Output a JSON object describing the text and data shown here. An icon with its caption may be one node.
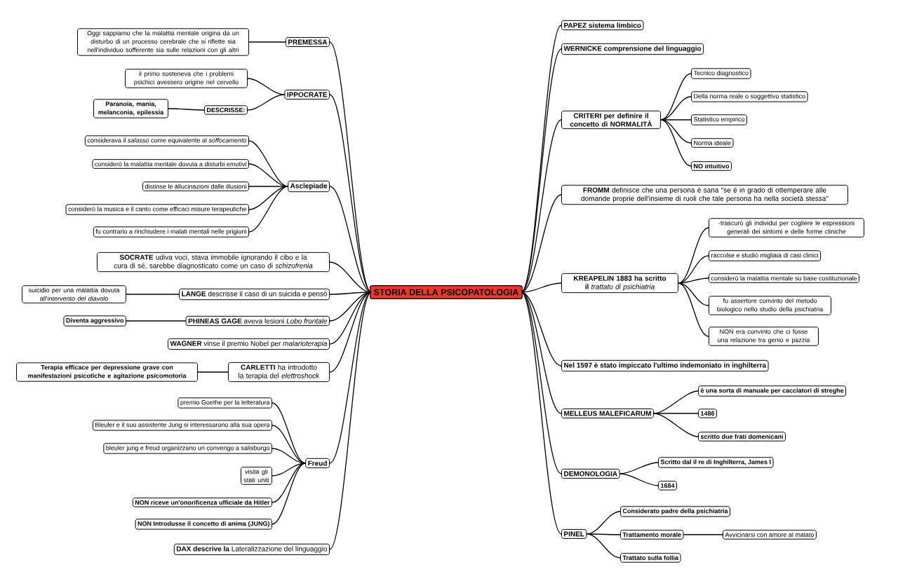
{
  "diagram": {
    "nodes": [
      {
        "text": [
          "STORIA DELLA PSICOPATOLOGIA"
        ]
      },
      {
        "text": [
          "PREMESSA"
        ]
      },
      {
        "text": [
          "Oggi sappiamo che la malattia mentale origina da un disturbo di un processo cerebrale che si riflette sia nell'individuo sofferente sia sulle relazioni con gli altri"
        ]
      },
      {
        "text": [
          "IPPOCRATE"
        ]
      },
      {
        "text": [
          "il primo sosteneva che i problemi psichici avessero origine nel cervello"
        ]
      },
      {
        "text": [
          "DESCRISSE:"
        ]
      },
      {
        "text": [
          "Paranoia, mania, melanconia, epilessia"
        ]
      },
      {
        "text": [
          "Asclepiade"
        ]
      },
      {
        "text": [
          "considerava il *salasso* come equivalente al *soffocamento*"
        ]
      },
      {
        "text": [
          "considerò la malattia mentale dovuta a disturbi emotivi"
        ]
      },
      {
        "text": [
          "distinse le allucinazioni dalle illusioni"
        ]
      },
      {
        "text": [
          "considerò la musica e il canto come efficaci misure terapeutiche"
        ]
      },
      {
        "text": [
          "fu contrario a rinchiudere i malati mentali nelle prigioni"
        ]
      },
      {
        "text": [
          "**SOCRATE** udiva voci, stava immobile ignorando il cibo e la cura di sé, sarebbe diagnosticato come un caso di *schizofrenia*"
        ]
      },
      {
        "text": [
          "**LANGE** descrisse il caso di un suicida e pensò"
        ]
      },
      {
        "text": [
          "suicidio per una malattia dovuta all'*intervento del diavolo*"
        ]
      },
      {
        "text": [
          "**PHINEAS GAGE** aveva lesioni *Lobo frontale*"
        ]
      },
      {
        "text": [
          "Diventa aggressivo"
        ]
      },
      {
        "text": [
          "**WAGNER** vinse il premio Nobel per *malarioterapia*"
        ]
      },
      {
        "text": [
          "**CARLETTI** ha introdotto la terapia del *elettroshock*"
        ]
      },
      {
        "text": [
          "Terapia efficace per depressione grave con manifestazioni psicotiche e agitazione psicomotoria"
        ]
      },
      {
        "text": [
          "Freud"
        ]
      },
      {
        "text": [
          "premio Goethe per la letteratura"
        ]
      },
      {
        "text": [
          "Bleuler e il suo assistente Jung si interessarono alla sua opera"
        ]
      },
      {
        "text": [
          "bleuler jung e freud organizzano un convengo a salisburgo"
        ]
      },
      {
        "text": [
          "visita gli stati uniti"
        ]
      },
      {
        "text": [
          "NON riceve un'onorificenza ufficiale da Hitler"
        ]
      },
      {
        "text": [
          "NON Introdusse il concetto di anima (JUNG)"
        ]
      },
      {
        "text": [
          "**DAX descrive la** Lateralizzazione del linguaggio"
        ]
      },
      {
        "text": [
          "PAPEZ sistema limbico"
        ]
      },
      {
        "text": [
          "WERNICKE comprensione del linguaggio"
        ]
      },
      {
        "text": [
          "CRITERI per definire il concetto di NORMALITÀ"
        ]
      },
      {
        "text": [
          "Tecnico diagnostico"
        ]
      },
      {
        "text": [
          "Della norma reale o soggettivo statistico"
        ]
      },
      {
        "text": [
          "Statistico empirico"
        ]
      },
      {
        "text": [
          "Norma ideale"
        ]
      },
      {
        "text": [
          "NO intuitivo"
        ]
      },
      {
        "text": [
          "**FROMM** definisce che una persona è sana \"se è in grado di ottemperare alle domande proprie dell'insieme di ruoli che tale persona ha nella società stessa\""
        ]
      },
      {
        "text": [
          "**KREAPELIN 1883 ha scritto il** *trattato di psichiatria*"
        ]
      },
      {
        "text": [
          "-trascurò gli individui per cogliere le espressioni generali dei sintomi e delle forme cliniche"
        ]
      },
      {
        "text": [
          "raccolse e studiò migliaia di casi clinici"
        ]
      },
      {
        "text": [
          "considerò la malattia mentale su base costituzionale"
        ]
      },
      {
        "text": [
          "fu assertore convinto del metodo biologico nello studio della psichiatria"
        ]
      },
      {
        "text": [
          "NON era convinto che ci fosse una relazione tra genio e pazzia"
        ]
      },
      {
        "text": [
          "Nel 1597 è stato impiccato l'ultimo indemoniato in inghilterra"
        ]
      },
      {
        "text": [
          "MELLEUS MALEFICARUM"
        ]
      },
      {
        "text": [
          "è una sorta di manuale per cacciatori di streghe"
        ]
      },
      {
        "text": [
          "1486"
        ]
      },
      {
        "text": [
          "scritto due frati domenicani"
        ]
      },
      {
        "text": [
          "DEMONOLOGIA"
        ]
      },
      {
        "text": [
          "Scritto dal il re di Inghilterra, James I"
        ]
      },
      {
        "text": [
          "1684"
        ]
      },
      {
        "text": [
          "PINEL"
        ]
      },
      {
        "text": [
          "Considerato padre della psichiatria"
        ]
      },
      {
        "text": [
          "Trattamento morale"
        ]
      },
      {
        "text": [
          "Trattato sulla follia"
        ]
      },
      {
        "text": [
          "Avvicinarsi con amore al malato"
        ]
      }
    ],
    "edges": [
      {
        "from": 0,
        "to": 1,
        "arrow": "none"
      },
      {
        "from": 1,
        "to": 2,
        "arrow": "none"
      },
      {
        "from": 0,
        "to": 3,
        "arrow": "none"
      },
      {
        "from": 3,
        "to": 4,
        "arrow": "none"
      },
      {
        "from": 3,
        "to": 5,
        "arrow": "none"
      },
      {
        "from": 5,
        "to": 6,
        "arrow": "none"
      },
      {
        "from": 0,
        "to": 7,
        "arrow": "none"
      },
      {
        "from": 7,
        "to": 8,
        "arrow": "none"
      },
      {
        "from": 7,
        "to": 9,
        "arrow": "none"
      },
      {
        "from": 7,
        "to": 10,
        "arrow": "none"
      },
      {
        "from": 7,
        "to": 11,
        "arrow": "none"
      },
      {
        "from": 7,
        "to": 12,
        "arrow": "none"
      },
      {
        "from": 0,
        "to": 13,
        "arrow": "none"
      },
      {
        "from": 0,
        "to": 14,
        "arrow": "none"
      },
      {
        "from": 14,
        "to": 15,
        "arrow": "none"
      },
      {
        "from": 0,
        "to": 16,
        "arrow": "none"
      },
      {
        "from": 16,
        "to": 17,
        "arrow": "none"
      },
      {
        "from": 0,
        "to": 18,
        "arrow": "none"
      },
      {
        "from": 0,
        "to": 19,
        "arrow": "none"
      },
      {
        "from": 19,
        "to": 20,
        "arrow": "none"
      },
      {
        "from": 0,
        "to": 21,
        "arrow": "none"
      },
      {
        "from": 21,
        "to": 22,
        "arrow": "none"
      },
      {
        "from": 21,
        "to": 23,
        "arrow": "none"
      },
      {
        "from": 21,
        "to": 24,
        "arrow": "none"
      },
      {
        "from": 21,
        "to": 25,
        "arrow": "none"
      },
      {
        "from": 21,
        "to": 26,
        "arrow": "none"
      },
      {
        "from": 21,
        "to": 27,
        "arrow": "none"
      },
      {
        "from": 0,
        "to": 28,
        "arrow": "none"
      },
      {
        "from": 0,
        "to": 29,
        "arrow": "none"
      },
      {
        "from": 0,
        "to": 30,
        "arrow": "none"
      },
      {
        "from": 0,
        "to": 31,
        "arrow": "none"
      },
      {
        "from": 31,
        "to": 32,
        "arrow": "none"
      },
      {
        "from": 31,
        "to": 33,
        "arrow": "none"
      },
      {
        "from": 31,
        "to": 34,
        "arrow": "none"
      },
      {
        "from": 31,
        "to": 35,
        "arrow": "none"
      },
      {
        "from": 31,
        "to": 36,
        "arrow": "none"
      },
      {
        "from": 0,
        "to": 37,
        "arrow": "none"
      },
      {
        "from": 0,
        "to": 38,
        "arrow": "none"
      },
      {
        "from": 38,
        "to": 39,
        "arrow": "none"
      },
      {
        "from": 38,
        "to": 40,
        "arrow": "none"
      },
      {
        "from": 38,
        "to": 41,
        "arrow": "none"
      },
      {
        "from": 38,
        "to": 42,
        "arrow": "none"
      },
      {
        "from": 38,
        "to": 43,
        "arrow": "none"
      },
      {
        "from": 0,
        "to": 44,
        "arrow": "none"
      },
      {
        "from": 0,
        "to": 45,
        "arrow": "none"
      },
      {
        "from": 45,
        "to": 46,
        "arrow": "none"
      },
      {
        "from": 45,
        "to": 47,
        "arrow": "none"
      },
      {
        "from": 45,
        "to": 48,
        "arrow": "none"
      },
      {
        "from": 0,
        "to": 49,
        "arrow": "none"
      },
      {
        "from": 49,
        "to": 50,
        "arrow": "none"
      },
      {
        "from": 49,
        "to": 51,
        "arrow": "none"
      },
      {
        "from": 0,
        "to": 52,
        "arrow": "none"
      },
      {
        "from": 52,
        "to": 53,
        "arrow": "none"
      },
      {
        "from": 52,
        "to": 54,
        "arrow": "none"
      },
      {
        "from": 52,
        "to": 55,
        "arrow": "none"
      },
      {
        "from": 54,
        "to": 56,
        "arrow": "none"
      }
    ]
  }
}
